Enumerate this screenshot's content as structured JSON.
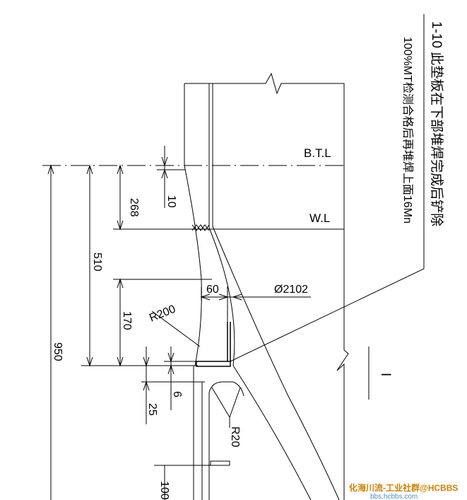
{
  "notes": {
    "line1": "1-10 此垫板在下部堆焊完成后铲除",
    "line2": "100%MT检测合格后再堆焊上面16Mn"
  },
  "levels": {
    "btl": "B.T.L",
    "wl": "W.L"
  },
  "dimensions": {
    "d268": "268",
    "d10": "10",
    "d510": "510",
    "d950": "950",
    "d170": "170",
    "d60": "60",
    "dia": "Ø2102",
    "r200": "R200",
    "d6": "6",
    "d25": "25",
    "r20": "R20",
    "d100": "100"
  },
  "section_mark": "I",
  "watermark": {
    "main": "化海川流-工业社群@HCBBS",
    "sub": "bbs.hcbbs.com"
  }
}
